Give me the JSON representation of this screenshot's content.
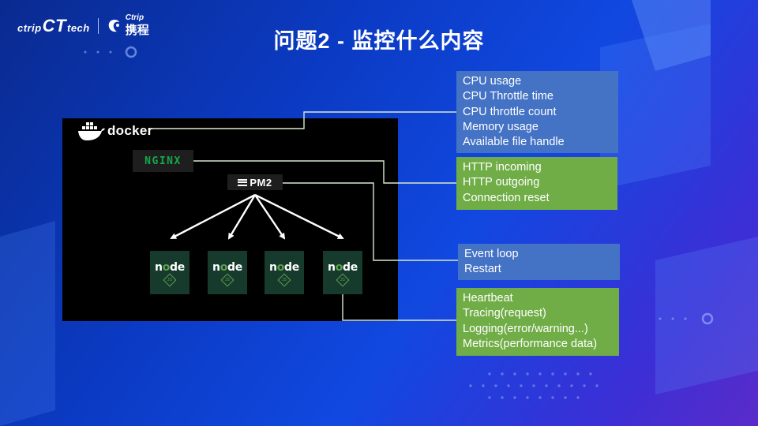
{
  "header": {
    "title": "问题2 - 监控什么内容",
    "logos": {
      "ctrip_tech": {
        "left": "ctrip",
        "mid": "CT",
        "right": "tech"
      },
      "ctrip": {
        "en": "Ctrip",
        "cn": "携程"
      }
    }
  },
  "diagram": {
    "docker_label": "docker",
    "nginx_label": "NGINX",
    "pm2_label": "PM2",
    "node_tiles": [
      {
        "n": "n",
        "o": "o",
        "de": "de",
        "js": "JS"
      },
      {
        "n": "n",
        "o": "o",
        "de": "de",
        "js": "JS"
      },
      {
        "n": "n",
        "o": "o",
        "de": "de",
        "js": "JS"
      },
      {
        "n": "n",
        "o": "o",
        "de": "de",
        "js": "JS"
      }
    ]
  },
  "boxes": {
    "container": [
      "CPU usage",
      "CPU Throttle time",
      "CPU throttle count",
      "Memory usage",
      "Available file handle"
    ],
    "nginx": [
      "HTTP incoming",
      "HTTP outgoing",
      "Connection reset"
    ],
    "pm2": [
      "Event loop",
      "Restart"
    ],
    "node": [
      "Heartbeat",
      "Tracing(request)",
      "Logging(error/warning...)",
      "Metrics(performance data)"
    ]
  },
  "colors": {
    "blue_box": "#4472c4",
    "green_box": "#70ad47",
    "nginx_green": "#16a84b",
    "node_tile": "#163a2c"
  }
}
